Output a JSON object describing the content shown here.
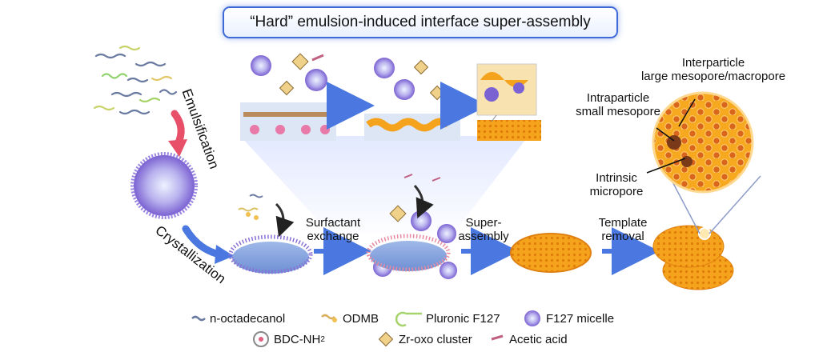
{
  "title": "“Hard” emulsion-induced interface super-assembly",
  "side_labels": {
    "emulsification": "Emulsification",
    "crystallization": "Crystallization"
  },
  "steps": {
    "surfactant_exchange": [
      "Surfactant",
      "exchange"
    ],
    "super_assembly": [
      "Super-",
      "assembly"
    ],
    "template_removal": [
      "Template",
      "removal"
    ]
  },
  "pore_labels": {
    "interparticle": [
      "Interparticle",
      "large mesopore/macropore"
    ],
    "intraparticle": [
      "Intraparticle",
      "small mesopore"
    ],
    "intrinsic": [
      "Intrinsic",
      "micropore"
    ]
  },
  "legend": {
    "n_octadecanol": "n-octadecanol",
    "odmb": "ODMB",
    "pluronic": "Pluronic F127",
    "micelle": "F127 micelle",
    "bdc": "BDC-NH",
    "bdc_sub": "2",
    "zr": "Zr-oxo cluster",
    "acetic": "Acetic acid"
  },
  "colors": {
    "title_border": "#3d6ad6",
    "arrow_blue": "#4a78e0",
    "arrow_pink": "#e8506a",
    "orange": "#f5a21c",
    "micelle_purple": "#8a6fd6"
  }
}
